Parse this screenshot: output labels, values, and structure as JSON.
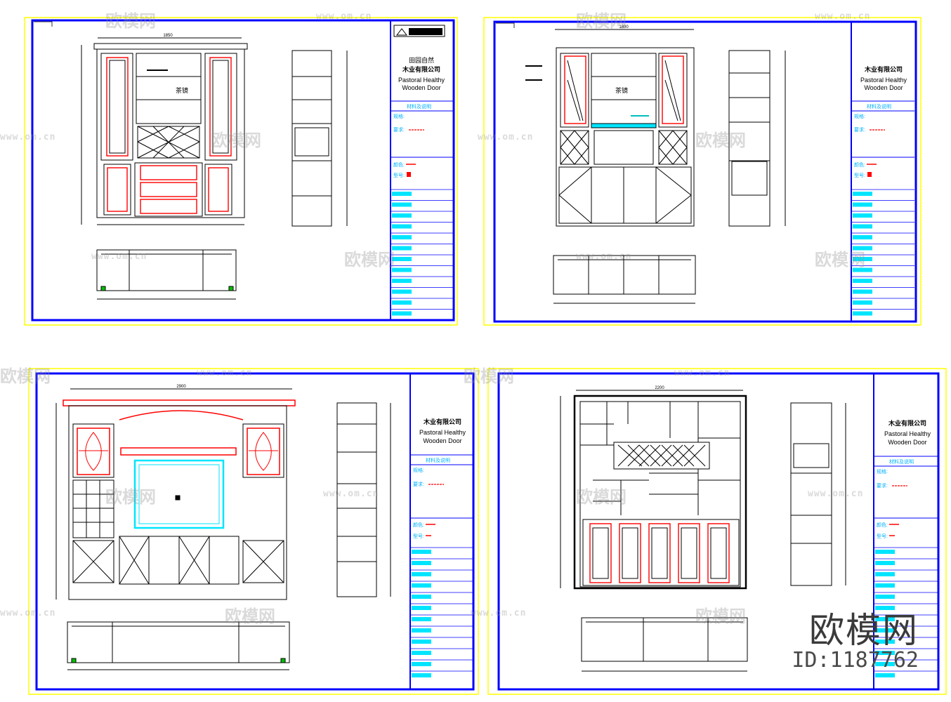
{
  "sheets": [
    {
      "id": "sheet-1",
      "company_cn_1": "田园自然",
      "company_cn_2": "木业有限公司",
      "company_en_1": "Pastoral Healthy",
      "company_en_2": "Wooden Door",
      "stamp": "材料及说明",
      "field_1": "规格:",
      "field_2": "要求:",
      "field_3": "颜色:",
      "field_4": "型号:",
      "center_label": "茶镜",
      "dim_width": "1850"
    },
    {
      "id": "sheet-2",
      "company_cn_2": "木业有限公司",
      "company_en_1": "Pastoral Healthy",
      "company_en_2": "Wooden Door",
      "stamp": "材料及说明",
      "field_1": "规格:",
      "field_2": "要求:",
      "field_3": "颜色:",
      "field_4": "型号:",
      "center_label": "茶镜",
      "dim_width": "1800"
    },
    {
      "id": "sheet-3",
      "company_cn_2": "木业有限公司",
      "company_en_1": "Pastoral Healthy",
      "company_en_2": "Wooden Door",
      "stamp": "材料及说明",
      "field_1": "规格:",
      "field_2": "要求:",
      "field_3": "颜色:",
      "field_4": "型号:",
      "dim_width": "2900"
    },
    {
      "id": "sheet-4",
      "company_cn_2": "木业有限公司",
      "company_en_1": "Pastoral Healthy",
      "company_en_2": "Wooden Door",
      "stamp": "材料及说明",
      "field_1": "规格:",
      "field_2": "要求:",
      "field_3": "颜色:",
      "field_4": "型号:",
      "dim_width": "2200"
    }
  ],
  "watermark": {
    "logo_text": "欧模网",
    "url_text": "www.om.cn",
    "brand": "欧模网",
    "id": "ID:1187762"
  },
  "colors": {
    "sheet_border": "#ffff00",
    "frame": "#0000ff",
    "drawing": "#000000",
    "highlight": "#ff0000",
    "cyan": "#00ffff",
    "table_fill": "#00e5ff"
  }
}
